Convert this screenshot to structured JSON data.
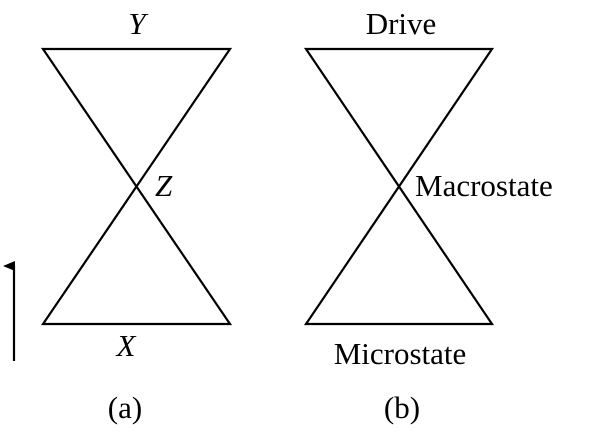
{
  "panel_a": {
    "top_label": "Y",
    "middle_label": "Z",
    "bottom_label": "X",
    "caption": "(a)",
    "arrow": "up-arrow-icon"
  },
  "panel_b": {
    "top_label": "Drive",
    "middle_label": "Macrostate",
    "bottom_label": "Microstate",
    "caption": "(b)"
  }
}
